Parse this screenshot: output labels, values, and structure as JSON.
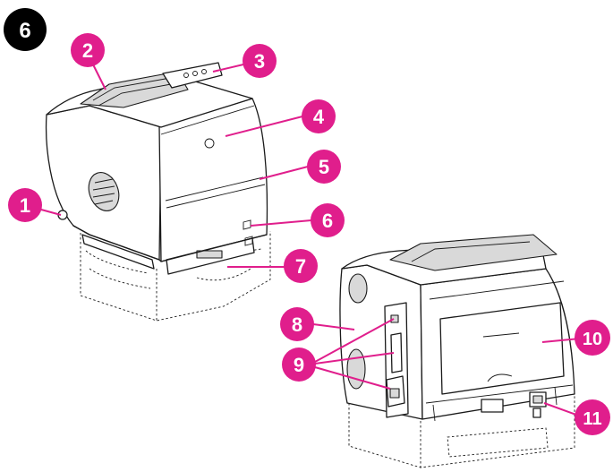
{
  "figure": {
    "number": "6",
    "badge_color": "#000000",
    "callout_color": "#e01e8c",
    "callouts": [
      "1",
      "2",
      "3",
      "4",
      "5",
      "6",
      "7",
      "8",
      "9",
      "10",
      "11"
    ]
  },
  "icons": {
    "front_printer": "printer-front-view-icon",
    "rear_printer": "printer-rear-view-icon"
  }
}
